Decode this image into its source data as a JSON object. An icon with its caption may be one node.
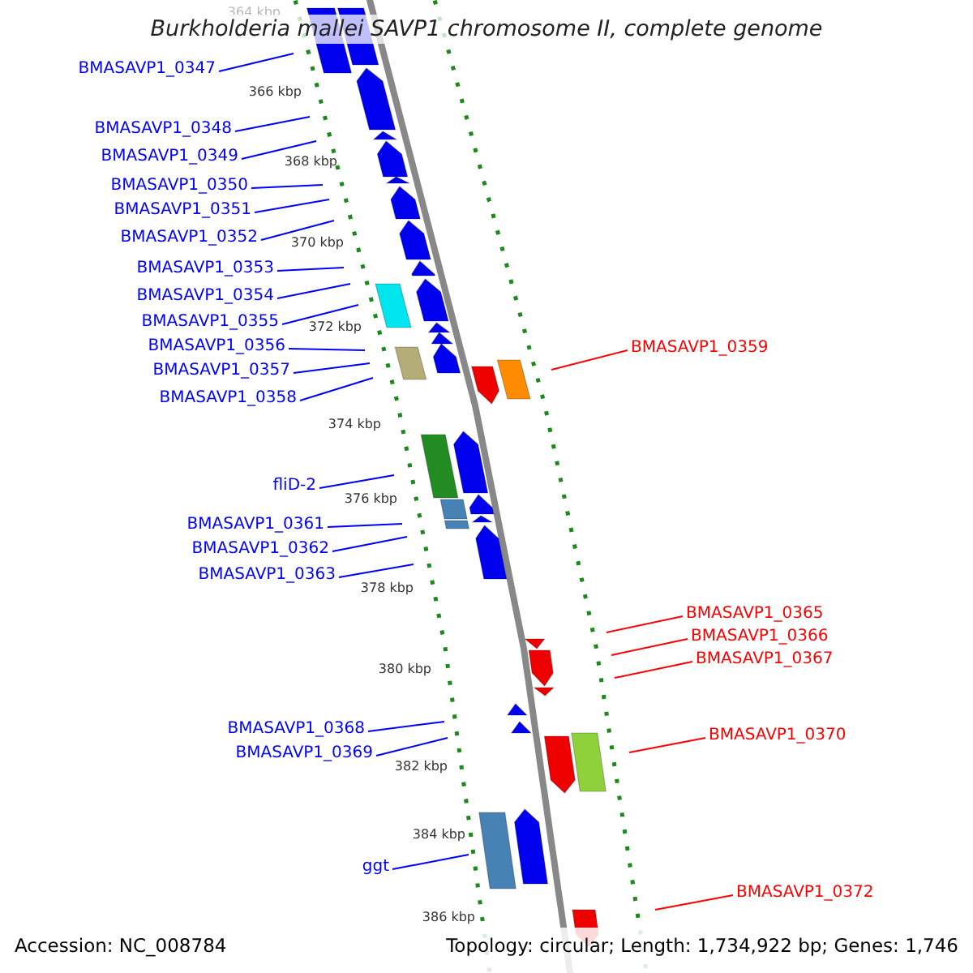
{
  "diagram": {
    "title": "Burkholderia mallei SAVP1 chromosome II, complete genome",
    "nodes": [
      {
        "text": [
          "BMASAVP1_0347"
        ]
      },
      {
        "text": [
          "BMASAVP1_0348"
        ]
      },
      {
        "text": [
          "BMASAVP1_0349"
        ]
      },
      {
        "text": [
          "BMASAVP1_0350"
        ]
      },
      {
        "text": [
          "BMASAVP1_0351"
        ]
      },
      {
        "text": [
          "BMASAVP1_0352"
        ]
      },
      {
        "text": [
          "BMASAVP1_0353"
        ]
      },
      {
        "text": [
          "BMASAVP1_0354"
        ]
      },
      {
        "text": [
          "BMASAVP1_0355"
        ]
      },
      {
        "text": [
          "BMASAVP1_0356"
        ]
      },
      {
        "text": [
          "BMASAVP1_0359"
        ]
      },
      {
        "text": [
          "BMASAVP1_0357"
        ]
      },
      {
        "text": [
          "BMASAVP1_0358"
        ]
      },
      {
        "text": [
          "fliD-2"
        ]
      },
      {
        "text": [
          "BMASAVP1_0361"
        ]
      },
      {
        "text": [
          "BMASAVP1_0362"
        ]
      },
      {
        "text": [
          "BMASAVP1_0363"
        ]
      },
      {
        "text": [
          "BMASAVP1_0365"
        ]
      },
      {
        "text": [
          "BMASAVP1_0366"
        ]
      },
      {
        "text": [
          "BMASAVP1_0367"
        ]
      },
      {
        "text": [
          "BMASAVP1_0368"
        ]
      },
      {
        "text": [
          "BMASAVP1_0370"
        ]
      },
      {
        "text": [
          "BMASAVP1_0369"
        ]
      },
      {
        "text": [
          "ggt"
        ]
      },
      {
        "text": [
          "BMASAVP1_0372"
        ]
      }
    ],
    "edges": [
      {
        "from": 0,
        "to": null,
        "arrow": "none"
      },
      {
        "from": 1,
        "to": null,
        "arrow": "none"
      },
      {
        "from": 2,
        "to": null,
        "arrow": "none"
      },
      {
        "from": 3,
        "to": null,
        "arrow": "none"
      },
      {
        "from": 4,
        "to": null,
        "arrow": "none"
      },
      {
        "from": 5,
        "to": null,
        "arrow": "none"
      },
      {
        "from": 6,
        "to": null,
        "arrow": "none"
      },
      {
        "from": 7,
        "to": null,
        "arrow": "none"
      },
      {
        "from": 8,
        "to": null,
        "arrow": "none"
      },
      {
        "from": 9,
        "to": null,
        "arrow": "none"
      },
      {
        "from": 10,
        "to": null,
        "arrow": "none",
        "color": "#ff0000"
      },
      {
        "from": 11,
        "to": null,
        "arrow": "none"
      },
      {
        "from": 12,
        "to": null,
        "arrow": "none"
      },
      {
        "from": 13,
        "to": null,
        "arrow": "none"
      },
      {
        "from": 14,
        "to": null,
        "arrow": "none"
      },
      {
        "from": 15,
        "to": null,
        "arrow": "none"
      },
      {
        "from": 16,
        "to": null,
        "arrow": "none"
      },
      {
        "from": 17,
        "to": null,
        "arrow": "none",
        "color": "#ff0000"
      },
      {
        "from": 18,
        "to": null,
        "arrow": "none",
        "color": "#ff0000"
      },
      {
        "from": 19,
        "to": null,
        "arrow": "none",
        "color": "#ff0000"
      },
      {
        "from": 20,
        "to": null,
        "arrow": "none"
      },
      {
        "from": 21,
        "to": null,
        "arrow": "none",
        "color": "#ff0000"
      },
      {
        "from": 22,
        "to": null,
        "arrow": "none"
      },
      {
        "from": 23,
        "to": null,
        "arrow": "none"
      },
      {
        "from": 24,
        "to": null,
        "arrow": "none",
        "color": "#ff0000"
      }
    ],
    "labels": [
      "364 kbp",
      "366 kbp",
      "368 kbp",
      "370 kbp",
      "372 kbp",
      "374 kbp",
      "376 kbp",
      "378 kbp",
      "380 kbp",
      "382 kbp",
      "384 kbp",
      "386 kbp",
      "Accession: NC_008784",
      "Topology: circular; Length: 1,734,922 bp; Genes: 1,746"
    ]
  }
}
